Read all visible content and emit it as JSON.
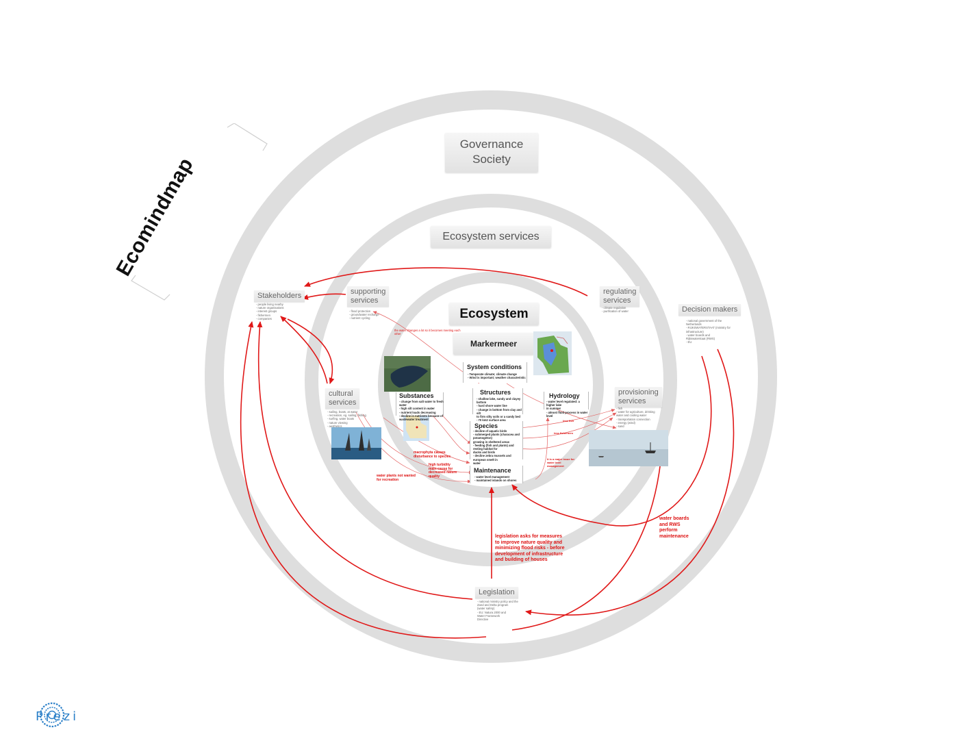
{
  "title": "Ecomindmap",
  "rings": {
    "outer": "Governance\nSociety",
    "middle": "Ecosystem services",
    "inner": "Ecosystem"
  },
  "center": {
    "place": "Markermeer",
    "cards": {
      "system_conditions": {
        "title": "System conditions",
        "text": "- Temperate climate; climate change\n- Wind is important; weather characteristic"
      },
      "substances": {
        "title": "Substances",
        "text": "- change from salt water to fresh water\n- high silt content in water\n- nutrient loads decreasing\n- decline in nutrients because of\n  wastewater treatment"
      },
      "structures": {
        "title": "Structures",
        "text": "- shallow lake, sandy and clayey bottom\n- hard shore water line\n- change in bottom from clay and silt\n  to firm silty soils or a sandy bed\n- 70 km2 surface area"
      },
      "hydrology": {
        "title": "Hydrology",
        "text": "- water level regulated: a higher lake\n  in summer\n- almost fluid process in water level"
      },
      "species": {
        "title": "Species",
        "text": "- decline of aquatic birds\n- submerged plants (characea and potamogeton)\n  growing in sheltered areas\n- feeding (fish and plants) and resting habitat for\n  ducks and birds\n- decline zebra mussels and european smelt in\n  water"
      },
      "maintenance": {
        "title": "Maintenance",
        "text": "- water level management\n- maintained islands on shores"
      }
    }
  },
  "services": {
    "supporting": {
      "label": "supporting\nservices",
      "text": "- flood protection\n- groundwater recharge\n- nutrient cycling"
    },
    "regulating": {
      "label": "regulating\nservices",
      "text": "- climate regulation\n- purification of water"
    },
    "cultural": {
      "label": "cultural\nservices",
      "text": "- sailing, boats, at water\n- recreation, eg. sailing, fishing\n- surfing, water boats\n- nature viewing\n- aesthetics"
    },
    "provisioning": {
      "label": "provisioning\nservices",
      "text": "- fish\n- water for agriculture, drinking\n  water and cooling water\n- transportation connection\n- energy (wind)\n- sand"
    }
  },
  "actors": {
    "stakeholders": {
      "label": "Stakeholders",
      "text": "- people living nearby\n- nature organisations\n- interest groups\n- fishermen\n- companies"
    },
    "decision_makers": {
      "label": "Decision makers",
      "text": "- national government of the\n  Netherlands\n- RIJKSWATERSTAAT (ministry for\n  infrastructure)\n- water boards and\n  Rijkswaterstaat (RWS)\n- EU"
    },
    "legislation": {
      "label": "Legislation",
      "text": "- national ministry policy and the\n  Zand and Delta program\n  (water safety)\n- EU: Natura 2000 and\n  Water Framework\n  Directive"
    }
  },
  "annotations": {
    "top_arrow_note": "the water changes a lot so it becomes meeting each other",
    "macrophyta": "macrophyta causes\ndisturbance to species",
    "turbidity": "high turbidity\nmain cause for\ndecreased nature\nquality",
    "water_plants": "water plants not wanted\nfor recreation",
    "fishermen": "less fishermen",
    "fish": "less fish",
    "water_level": "it is a major issue for\nwater level\nmanagement",
    "legislation_note": "legislation asks for measures\nto improve nature quality and\nminimizing flood risks - before\ndevelopment of infrastructure\nand building of houses",
    "water_boards": "water boards\nand RWS\nperform\nmaintenance"
  },
  "brand": {
    "name": "Prezi",
    "logo_icon": "prezi-logo-icon",
    "color": "#2a7fc8"
  },
  "colors": {
    "ring": "#dedede",
    "arrow": "#e01818",
    "note": "#d11111"
  }
}
